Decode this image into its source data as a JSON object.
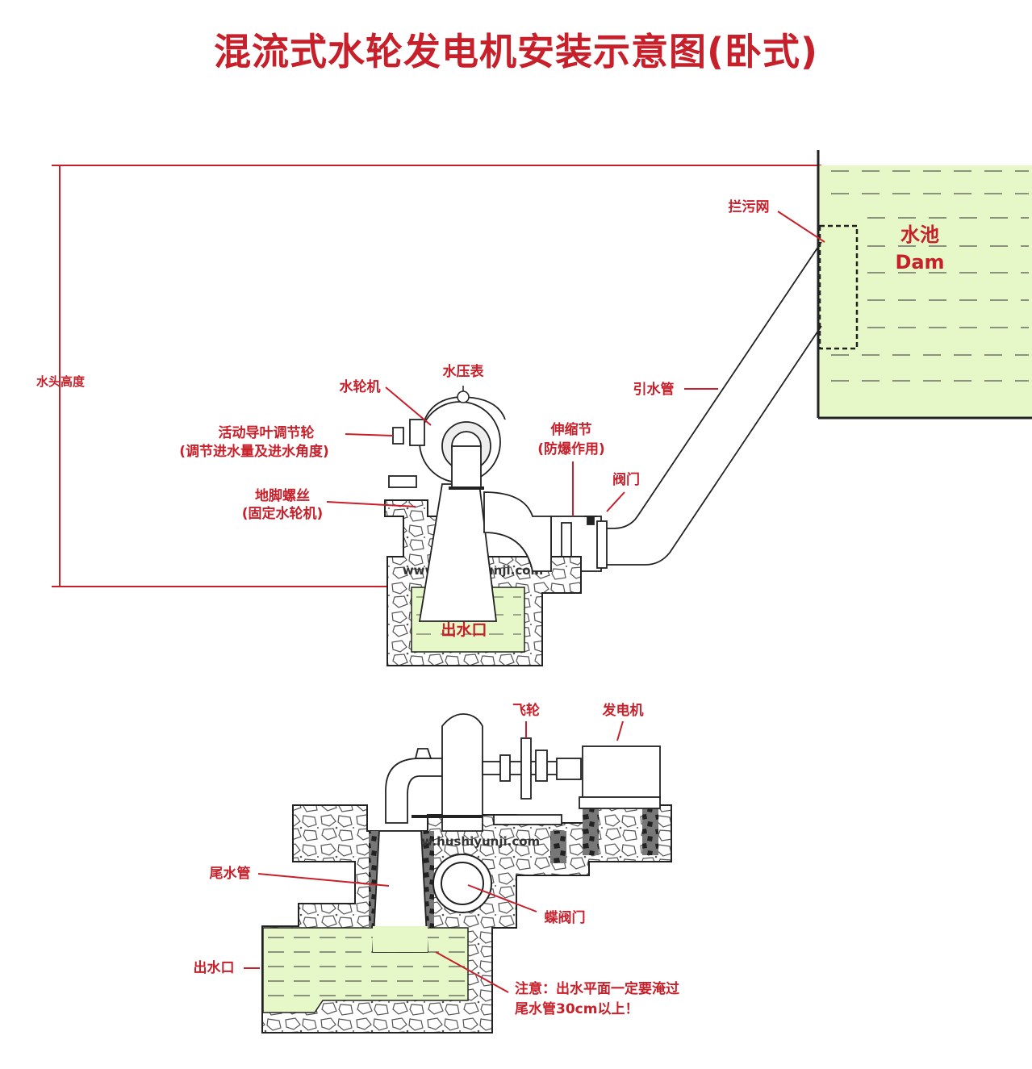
{
  "title": "混流式水轮发电机安装示意图(卧式)",
  "colors": {
    "accent": "#c8202b",
    "water": "#e6f8c8",
    "line": "#222222"
  },
  "top_view": {
    "dam_label": "水池",
    "dam_label_en": "Dam",
    "trash_rack": "拦污网",
    "head_height": "水头高度",
    "penstock": "引水管",
    "turbine": "水轮机",
    "pressure_gauge": "水压表",
    "guide_vane_wheel_1": "活动导叶调节轮",
    "guide_vane_wheel_2": "(调节进水量及进水角度)",
    "expansion_joint_1": "伸缩节",
    "expansion_joint_2": "(防爆作用)",
    "valve": "阀门",
    "anchor_bolt_1": "地脚螺丝",
    "anchor_bolt_2": "(固定水轮机)",
    "outlet": "出水口",
    "watermark": "www.hushiyunji.com"
  },
  "bottom_view": {
    "flywheel": "飞轮",
    "generator": "发电机",
    "draft_tube": "尾水管",
    "butterfly_valve": "蝶阀门",
    "outlet": "出水口",
    "note_1": "注意：出水平面一定要淹过",
    "note_2": "尾水管30cm以上！",
    "watermark": "www.hushiyunji.com"
  }
}
